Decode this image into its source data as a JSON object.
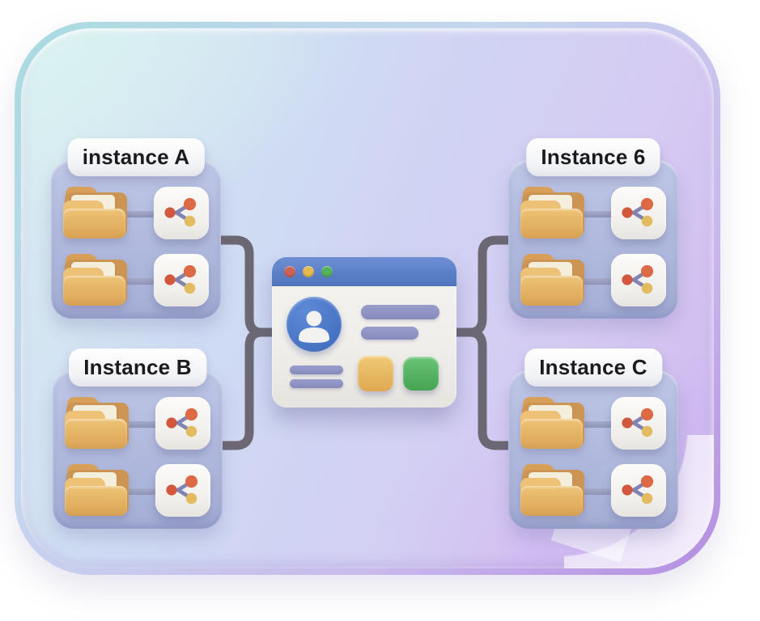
{
  "diagram": {
    "description": "Four instance panels synced to a central app window",
    "panels": [
      {
        "label": "instance A",
        "position": "top-left",
        "rows": [
          {
            "source": "folder",
            "target": "share-node"
          },
          {
            "source": "folder",
            "target": "share-node"
          }
        ]
      },
      {
        "label": "Instance 6",
        "position": "top-right",
        "rows": [
          {
            "source": "folder",
            "target": "share-node"
          },
          {
            "source": "folder",
            "target": "share-node"
          }
        ]
      },
      {
        "label": "Instance B",
        "position": "bottom-left",
        "rows": [
          {
            "source": "folder",
            "target": "share-node"
          },
          {
            "source": "folder",
            "target": "share-node"
          }
        ]
      },
      {
        "label": "Instance C",
        "position": "bottom-right",
        "rows": [
          {
            "source": "folder",
            "target": "share-node"
          },
          {
            "source": "folder",
            "target": "share-node"
          }
        ]
      }
    ],
    "central_window": {
      "traffic_lights": [
        {
          "name": "red-dot",
          "color": "#cd6256"
        },
        {
          "name": "yellow-dot",
          "color": "#e5bb50"
        },
        {
          "name": "green-dot",
          "color": "#55b25e"
        }
      ],
      "avatar": "user-avatar",
      "text_bars": 4,
      "buttons": [
        {
          "name": "yellow-button",
          "color": "#e8c06d"
        },
        {
          "name": "green-button",
          "color": "#57b763"
        }
      ]
    },
    "colors": {
      "background_gradient": [
        "#d9eef0",
        "#cfdcf3",
        "#d0d3f3",
        "#d6cbf3",
        "#cdb6ee"
      ],
      "panel": "#b0b9dd",
      "label_pill": "#fbfbfd",
      "label_text": "#1b1b1e",
      "connector": "#6c6873",
      "folder_front": "#e2b265",
      "folder_back": "#cd9553",
      "titlebar_blue": "#5b80c7",
      "window_body": "#efeeea",
      "avatar_blue": "#4c7bcb",
      "bar_purple": "#8d92c4",
      "node_red": "#d2573c",
      "node_orange": "#dd6a44",
      "node_yellow": "#e3bb61"
    }
  }
}
